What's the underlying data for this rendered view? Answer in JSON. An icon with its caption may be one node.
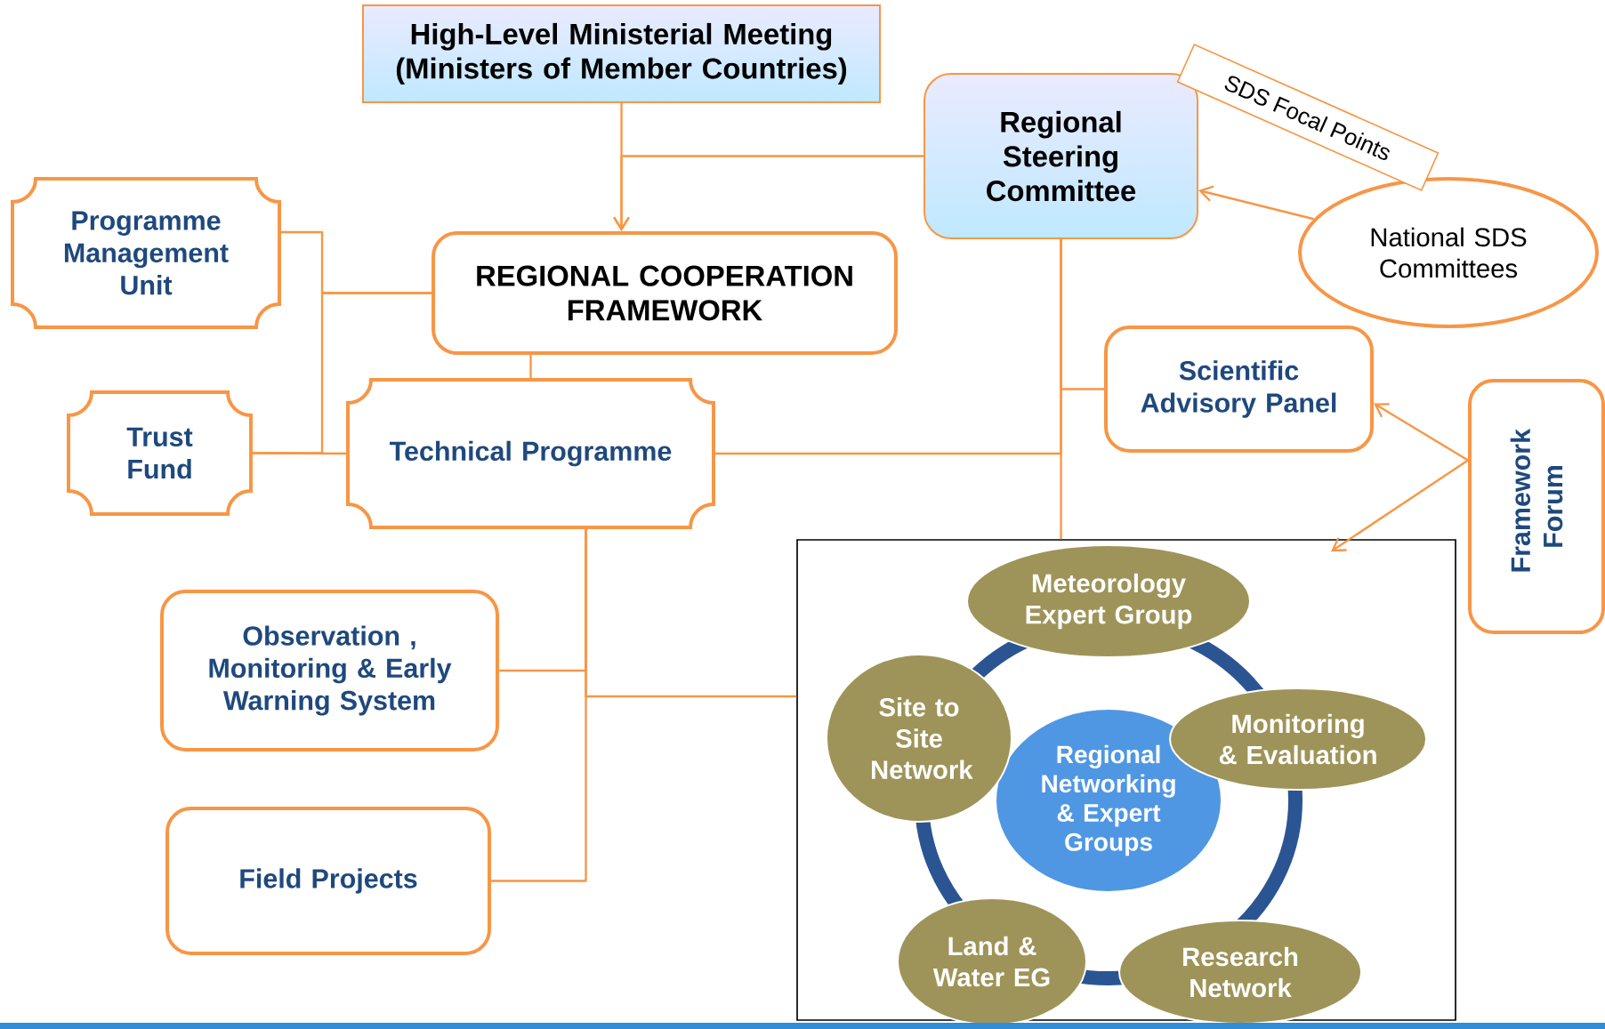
{
  "diagram": {
    "nodes": [
      {
        "text": [
          "High-Level Ministerial Meeting (Ministers of Member Countries)"
        ]
      },
      {
        "text": [
          "Regional Steering Committee"
        ]
      },
      {
        "text": [
          "National SDS Committees"
        ]
      },
      {
        "text": [
          "Programme Management Unit"
        ]
      },
      {
        "text": [
          "REGIONAL COOPERATION FRAMEWORK"
        ]
      },
      {
        "text": [
          "Trust Fund"
        ]
      },
      {
        "text": [
          "Technical Programme"
        ]
      },
      {
        "text": [
          "Scientific Advisory Panel"
        ]
      },
      {
        "text": [
          "Framework Forum"
        ]
      },
      {
        "text": [
          "Observation , Monitoring & Early Warning System"
        ]
      },
      {
        "text": [
          "Field Projects"
        ]
      },
      {
        "text": [],
        "shape": "box"
      },
      {
        "text": [
          "Meteorology Expert Group"
        ],
        "in": 11
      },
      {
        "text": [
          "Site to Site Network"
        ],
        "in": 11
      },
      {
        "text": [
          "Regional Networking & Expert Groups"
        ],
        "in": 11
      },
      {
        "text": [
          "Monitoring & Evaluation"
        ],
        "in": 11
      },
      {
        "text": [
          "Land & Water EG"
        ],
        "in": 11
      },
      {
        "text": [
          "Research Network"
        ],
        "in": 11
      }
    ],
    "edges": [
      {
        "from": 0,
        "to": 4,
        "arrow": "to"
      },
      {
        "from": 1,
        "to": 4,
        "arrow": "to"
      },
      {
        "from": 2,
        "to": 1,
        "arrow": "to",
        "label": "SDS Focal Points"
      },
      {
        "from": 4,
        "to": 3,
        "arrow": "none"
      },
      {
        "from": 4,
        "to": 5,
        "arrow": "none"
      },
      {
        "from": 5,
        "to": 6,
        "arrow": "none"
      },
      {
        "from": 4,
        "to": 6,
        "arrow": "none"
      },
      {
        "from": 1,
        "to": 7,
        "arrow": "none"
      },
      {
        "from": 1,
        "to": 6,
        "arrow": "none"
      },
      {
        "from": 1,
        "to": 11,
        "arrow": "none"
      },
      {
        "from": 8,
        "to": 7,
        "arrow": "to"
      },
      {
        "from": 8,
        "to": 11,
        "arrow": "to"
      },
      {
        "from": 6,
        "to": 9,
        "arrow": "none"
      },
      {
        "from": 6,
        "to": 11,
        "arrow": "none"
      },
      {
        "from": 6,
        "to": 10,
        "arrow": "none"
      }
    ]
  }
}
